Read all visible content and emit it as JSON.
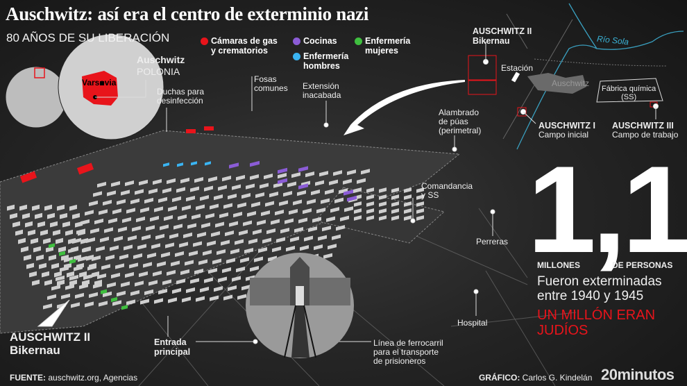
{
  "title": "Auschwitz: así era el centro de exterminio nazi",
  "subtitle": "80 AÑOS DE SU LIBERACIÓN",
  "legend": [
    {
      "label1": "Cámaras de gas",
      "label2": "y crematorios",
      "color": "#e8141b"
    },
    {
      "label1": "Cocinas",
      "label2": "",
      "color": "#8b5cd6"
    },
    {
      "label1": "Enfermería",
      "label2": "hombres",
      "color": "#3ab4f2"
    },
    {
      "label1": "Enfermería",
      "label2": "mujeres",
      "color": "#3fbf3f"
    }
  ],
  "locator": {
    "place": "Auschwitz",
    "country": "POLONIA",
    "capital": "Varsovia"
  },
  "labels": {
    "duchas": [
      "Duchas para",
      "desinfección"
    ],
    "fosas": [
      "Fosas",
      "comunes"
    ],
    "extension": [
      "Extensión",
      "inacabada"
    ],
    "alambrado": [
      "Alambrado",
      "de púas",
      "(perimetral)"
    ],
    "comandancia": [
      "Comandancia",
      "y SS"
    ],
    "perreras": "Perreras",
    "hospital": "Hospital",
    "entrada": [
      "Entrada",
      "principal"
    ],
    "ferrocarril": [
      "Línea de ferrocarril",
      "para el transporte",
      "de prisioneros"
    ],
    "bikernau_main": [
      "AUSCHWITZ II",
      "Bikernau"
    ]
  },
  "area_map": {
    "bikernau": [
      "AUSCHWITZ II",
      "Bikernau"
    ],
    "estacion": "Estación",
    "rio": "Río Sola",
    "town": "Auschwitz",
    "fabrica": [
      "Fábrica química",
      "(SS)"
    ],
    "aus1": [
      "AUSCHWITZ I",
      "Campo inicial"
    ],
    "aus3": [
      "AUSCHWITZ III",
      "Campo de trabajo"
    ]
  },
  "stat": {
    "number": "1,1",
    "unit1": "MILLONES",
    "unit2": "DE PERSONAS",
    "desc1": "Fueron exterminadas",
    "desc2": "entre 1940 y 1945",
    "highlight1": "UN MILLÓN ERAN",
    "highlight2": "JUDÍOS",
    "highlight_color": "#e8141b"
  },
  "footer": {
    "source_label": "FUENTE:",
    "source": "auschwitz.org, Agencias",
    "credit_label": "GRÁFICO:",
    "credit": "Carlos G. Kindelán",
    "brand": "20minutos"
  }
}
